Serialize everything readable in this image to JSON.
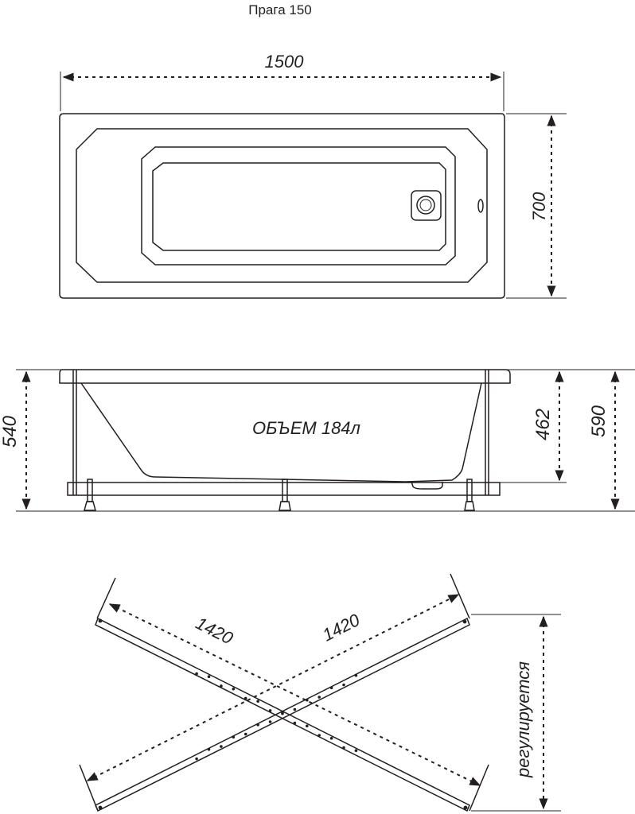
{
  "title": "Прага 150",
  "top_view": {
    "length_label": "1500",
    "width_label": "700"
  },
  "side_view": {
    "volume_label": "ОБЪЕМ 184л",
    "height_540": "540",
    "height_462": "462",
    "height_590": "590"
  },
  "frame_view": {
    "diag1_label": "1420",
    "diag2_label": "1420",
    "adjustable_label": "регулируется"
  }
}
